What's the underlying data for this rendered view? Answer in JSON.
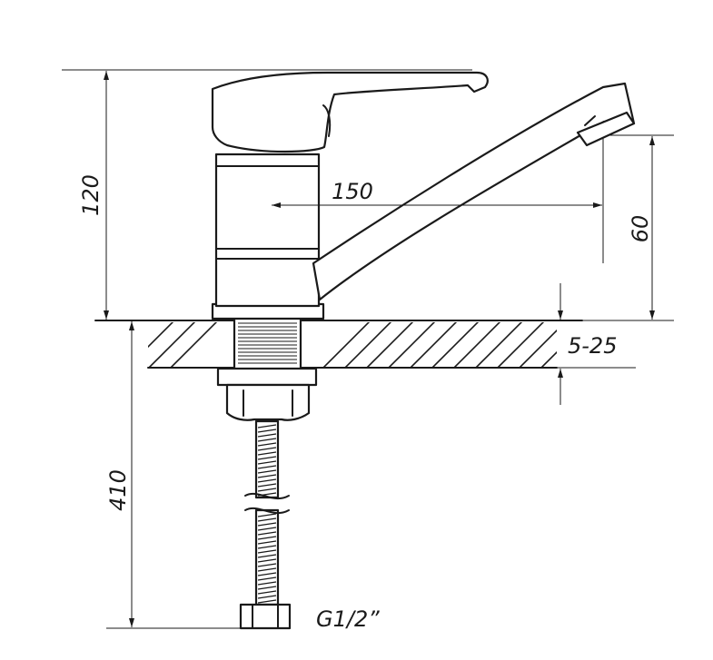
{
  "dimensions": {
    "height_total": "120",
    "spout_reach": "150",
    "spout_height": "60",
    "deck_thickness": "5-25",
    "hose_length": "410",
    "connection_thread": "G1/2”"
  }
}
